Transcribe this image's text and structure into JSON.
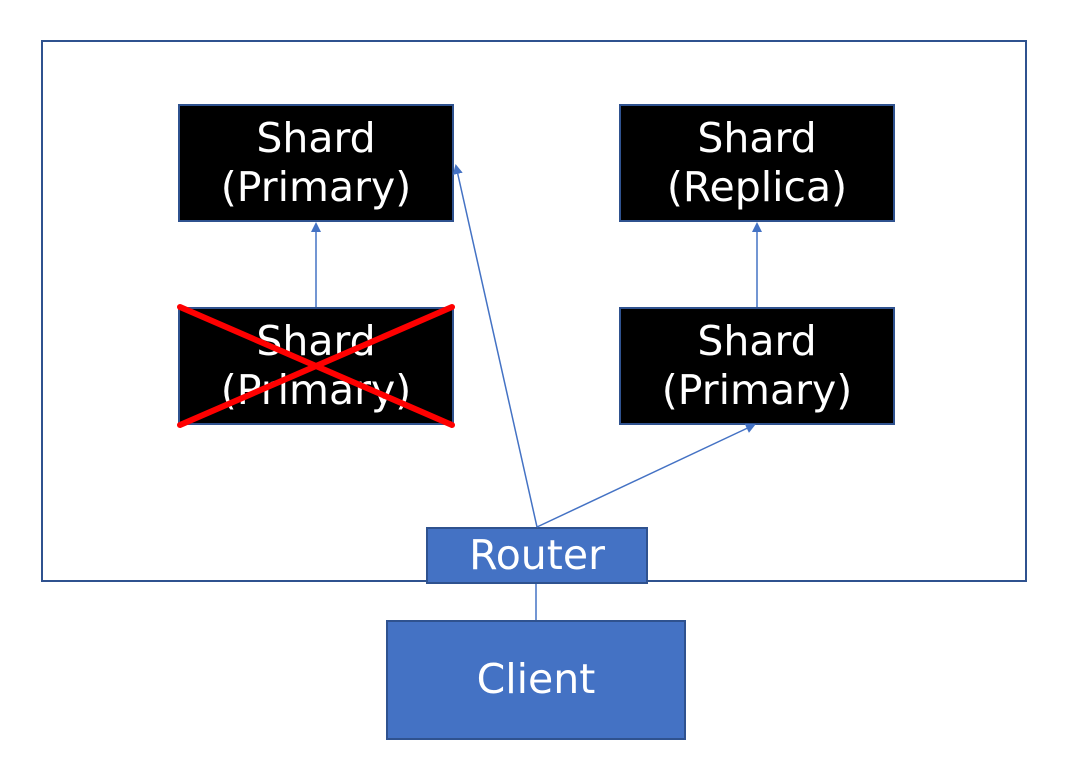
{
  "colors": {
    "shard_fill": "#000000",
    "blue_fill": "#4472C4",
    "border": "#2F528F",
    "arrow": "#4472C4",
    "cross": "#FF0000",
    "text": "#FFFFFF"
  },
  "shards": {
    "top_left": {
      "line1": "Shard",
      "line2": "(Primary)"
    },
    "top_right": {
      "line1": "Shard",
      "line2": "(Replica)"
    },
    "bottom_left_failed": {
      "line1": "Shard",
      "line2": "(Primary)",
      "status_icon": "red-cross-icon"
    },
    "bottom_right": {
      "line1": "Shard",
      "line2": "(Primary)"
    }
  },
  "router": {
    "label": "Router"
  },
  "client": {
    "label": "Client"
  }
}
